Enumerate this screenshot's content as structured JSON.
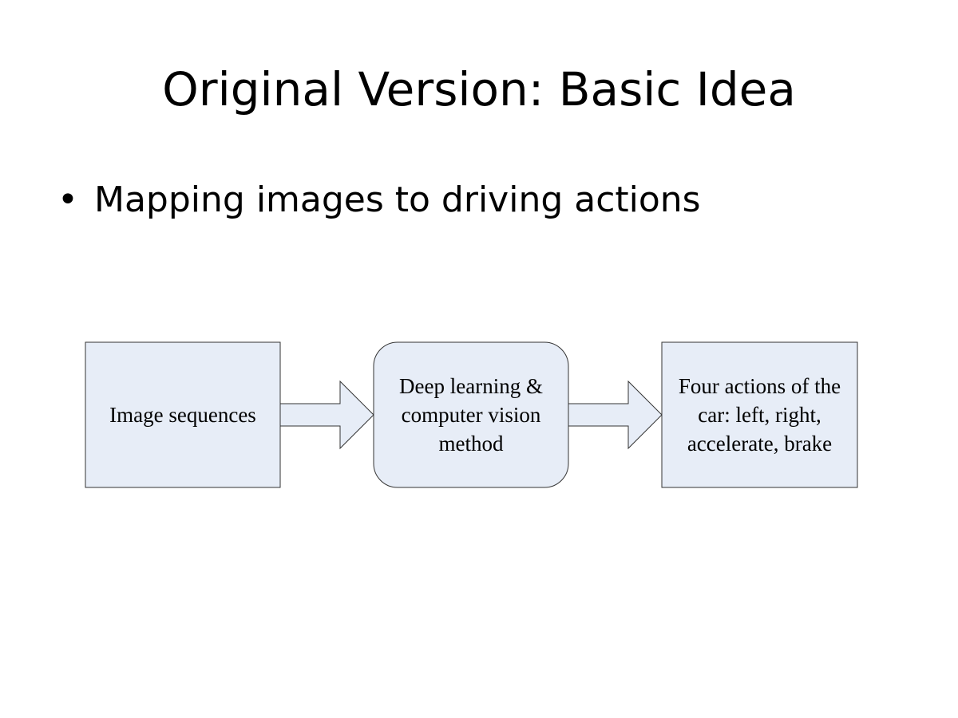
{
  "slide": {
    "title": "Original Version: Basic Idea",
    "bullets": [
      {
        "marker": "•",
        "text": "Mapping images to driving actions"
      }
    ]
  },
  "diagram": {
    "box_fill": "#e7edf7",
    "stroke": "#333333",
    "nodes": [
      {
        "id": "image-sequences",
        "shape": "rectangle",
        "label": "Image sequences"
      },
      {
        "id": "deep-learning-method",
        "shape": "rounded-rectangle",
        "label": "Deep learning & computer vision method"
      },
      {
        "id": "four-actions",
        "shape": "rectangle",
        "label": "Four actions of the car: left, right, accelerate, brake"
      }
    ],
    "edges": [
      {
        "from": "image-sequences",
        "to": "deep-learning-method",
        "style": "block-arrow"
      },
      {
        "from": "deep-learning-method",
        "to": "four-actions",
        "style": "block-arrow"
      }
    ]
  }
}
